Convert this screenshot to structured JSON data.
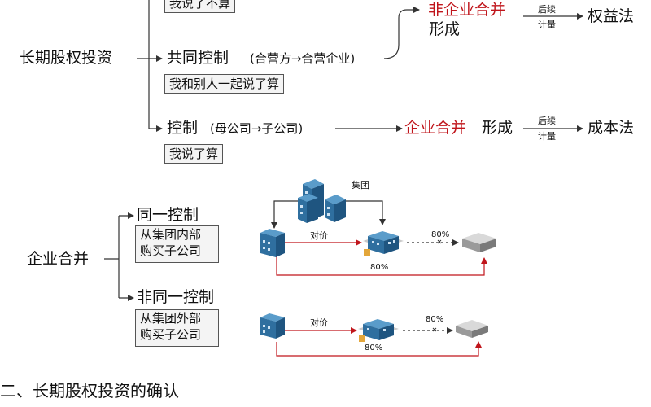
{
  "colors": {
    "accent": "#c0151b",
    "icon_blue": "#2f6f9f",
    "line": "#333333"
  },
  "top": {
    "root": "长期股权投资",
    "branch1": {
      "box": "我说了不算",
      "target_line1": "非企业合并",
      "target_line2": "形成",
      "measure_line1": "后续",
      "measure_line2": "计量",
      "method": "权益法"
    },
    "branch2": {
      "title": "共同控制",
      "detail": "(合营方→合营企业)",
      "box": "我和别人一起说了算"
    },
    "branch3": {
      "title": "控制",
      "detail": "(母公司→子公司)",
      "box": "我说了算",
      "target_red": "企业合并",
      "target_black": "形成",
      "measure_line1": "后续",
      "measure_line2": "计量",
      "method": "成本法"
    }
  },
  "merge": {
    "root": "企业合并",
    "same": {
      "title": "同一控制",
      "box_line1": "从集团内部",
      "box_line2": "购买子公司",
      "group_label": "集团",
      "consideration": "对价",
      "pct_top": "80%",
      "pct_bottom": "80%"
    },
    "diff": {
      "title": "非同一控制",
      "box_line1": "从集团外部",
      "box_line2": "购买子公司",
      "consideration": "对价",
      "pct_top": "80%",
      "pct_bottom": "80%"
    }
  },
  "footer": "二、长期股权投资的确认"
}
